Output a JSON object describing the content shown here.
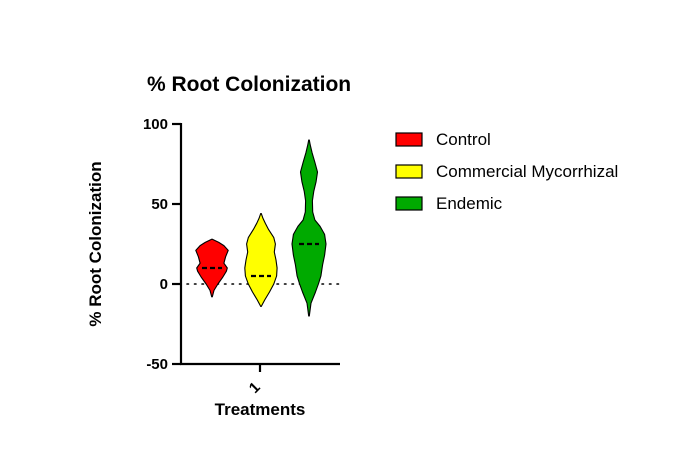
{
  "chart_data": {
    "type": "violin",
    "title": "%  Root Colonization",
    "xlabel": "Treatments",
    "ylabel": "% Root Colonization",
    "categories": [
      "1"
    ],
    "ylim": [
      -50,
      100
    ],
    "yticks": [
      -50,
      0,
      50,
      100
    ],
    "reference_line": 0,
    "grid": false,
    "legend_position": "right",
    "series": [
      {
        "name": "Control",
        "color": "#ff0000",
        "median": 10,
        "min": -8,
        "max": 28,
        "density": [
          [
            -8,
            0.02
          ],
          [
            -4,
            0.12
          ],
          [
            0,
            0.35
          ],
          [
            4,
            0.62
          ],
          [
            8,
            0.85
          ],
          [
            10,
            0.9
          ],
          [
            13,
            0.7
          ],
          [
            17,
            0.8
          ],
          [
            21,
            0.95
          ],
          [
            24,
            0.7
          ],
          [
            26,
            0.4
          ],
          [
            28,
            0.02
          ]
        ]
      },
      {
        "name": "Commercial Mycorrhizal",
        "color": "#ffff00",
        "median": 5,
        "min": -14,
        "max": 44,
        "density": [
          [
            -14,
            0.02
          ],
          [
            -10,
            0.22
          ],
          [
            -5,
            0.5
          ],
          [
            0,
            0.75
          ],
          [
            5,
            0.92
          ],
          [
            10,
            0.95
          ],
          [
            15,
            0.88
          ],
          [
            20,
            0.78
          ],
          [
            25,
            0.85
          ],
          [
            29,
            0.75
          ],
          [
            34,
            0.45
          ],
          [
            38,
            0.25
          ],
          [
            41,
            0.12
          ],
          [
            44,
            0.02
          ]
        ]
      },
      {
        "name": "Endemic",
        "color": "#00aa00",
        "median": 25,
        "min": -20,
        "max": 90,
        "density": [
          [
            -20,
            0.02
          ],
          [
            -12,
            0.12
          ],
          [
            -5,
            0.38
          ],
          [
            0,
            0.55
          ],
          [
            5,
            0.7
          ],
          [
            12,
            0.8
          ],
          [
            18,
            0.92
          ],
          [
            25,
            1.0
          ],
          [
            31,
            0.92
          ],
          [
            36,
            0.65
          ],
          [
            40,
            0.35
          ],
          [
            45,
            0.22
          ],
          [
            52,
            0.2
          ],
          [
            58,
            0.28
          ],
          [
            64,
            0.42
          ],
          [
            70,
            0.5
          ],
          [
            76,
            0.35
          ],
          [
            82,
            0.18
          ],
          [
            87,
            0.07
          ],
          [
            90,
            0.02
          ]
        ]
      }
    ]
  }
}
